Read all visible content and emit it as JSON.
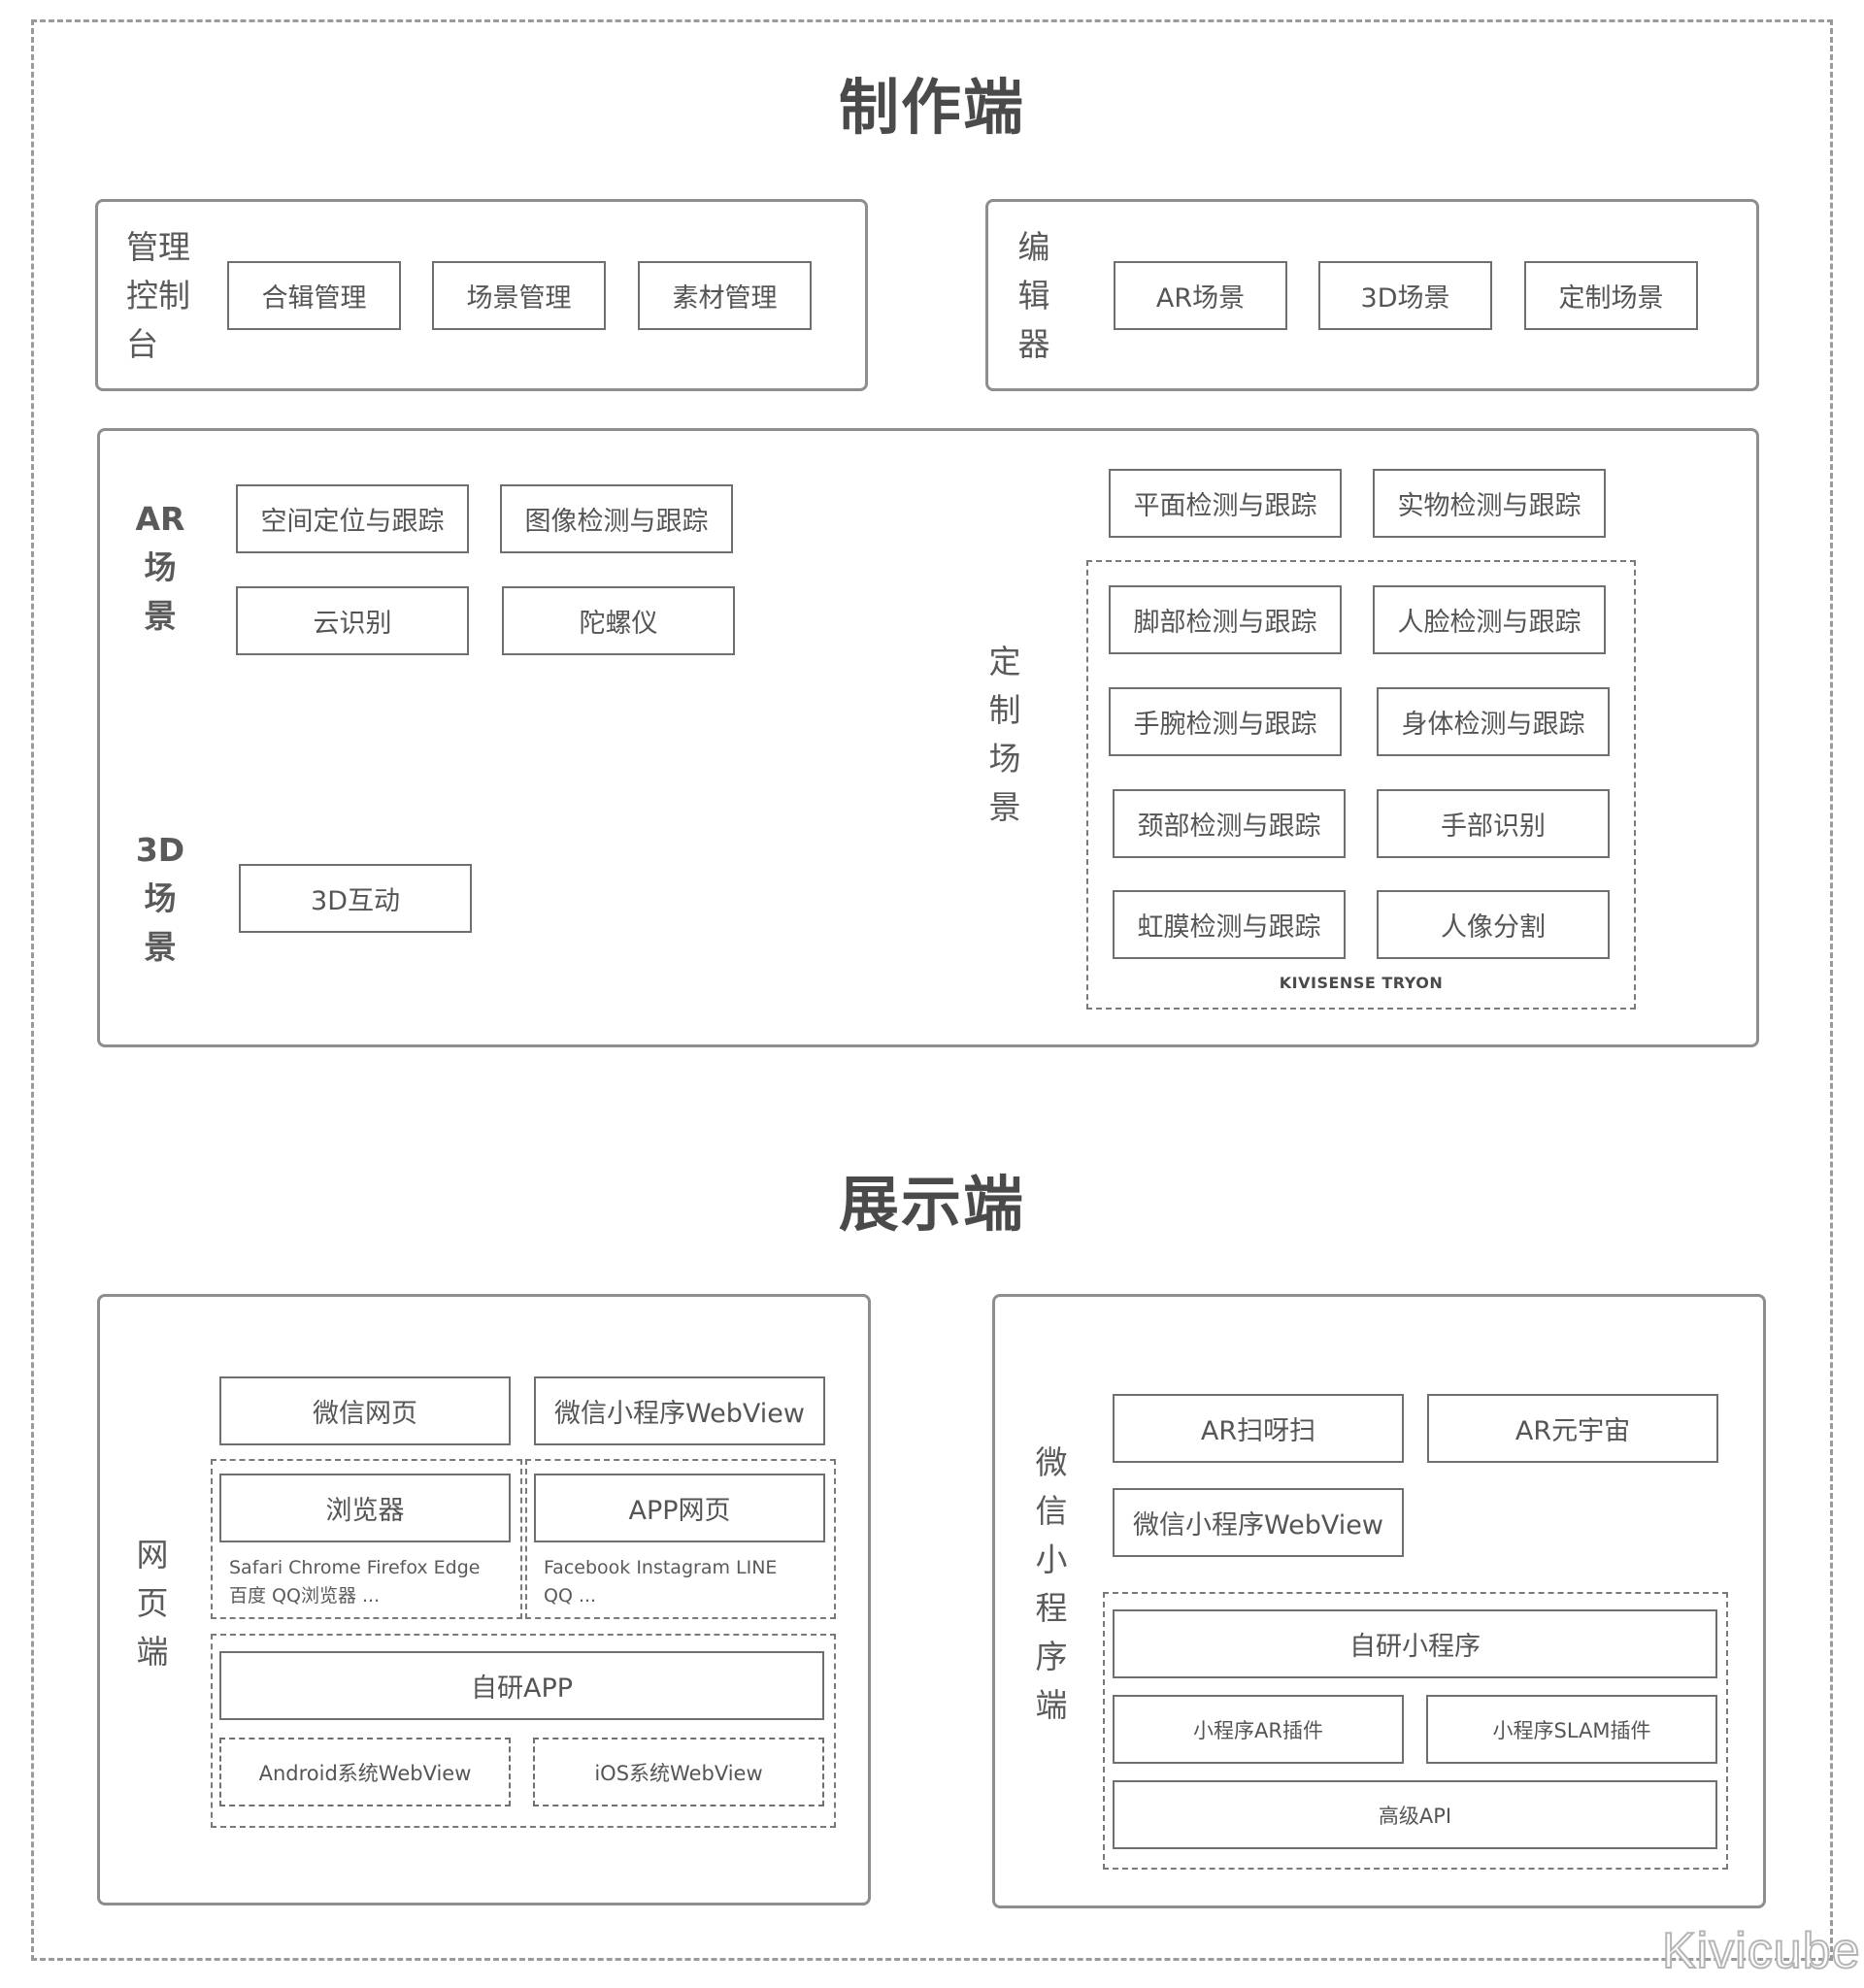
{
  "titles": {
    "production": "制作端",
    "display": "展示端"
  },
  "management": {
    "label": "管理\n控制\n台",
    "items": [
      "合辑管理",
      "场景管理",
      "素材管理"
    ]
  },
  "editor": {
    "label": "编\n辑\n器",
    "items": [
      "AR场景",
      "3D场景",
      "定制场景"
    ]
  },
  "scenes": {
    "ar_label": "AR\n场\n景",
    "ar_items": [
      "空间定位与跟踪",
      "图像检测与跟踪",
      "云识别",
      "陀螺仪"
    ],
    "d3_label": "3D\n场\n景",
    "d3_items": [
      "3D互动"
    ],
    "custom_label": "定\n制\n场\n景",
    "custom_top": [
      "平面检测与跟踪",
      "实物检测与跟踪"
    ],
    "custom_group": [
      "脚部检测与跟踪",
      "人脸检测与跟踪",
      "手腕检测与跟踪",
      "身体检测与跟踪",
      "颈部检测与跟踪",
      "手部识别",
      "虹膜检测与跟踪",
      "人像分割"
    ],
    "custom_group_caption": "KIVISENSE TRYON"
  },
  "web": {
    "label": "网\n页\n端",
    "top": [
      "微信网页",
      "微信小程序WebView"
    ],
    "browser": {
      "title": "浏览器",
      "note": "Safari Chrome  Firefox  Edge\n百度  QQ浏览器 ..."
    },
    "appweb": {
      "title": "APP网页",
      "note": "Facebook  Instagram  LINE\nQQ ..."
    },
    "selfapp": {
      "title": "自研APP",
      "items": [
        "Android系统WebView",
        "iOS系统WebView"
      ]
    }
  },
  "miniprogram": {
    "label": "微\n信\n小\n程\n序\n端",
    "top": [
      "AR扫呀扫",
      "AR元宇宙",
      "微信小程序WebView"
    ],
    "self": {
      "title": "自研小程序",
      "items": [
        "小程序AR插件",
        "小程序SLAM插件"
      ],
      "api": "高级API"
    }
  },
  "brand": "Kivicube"
}
